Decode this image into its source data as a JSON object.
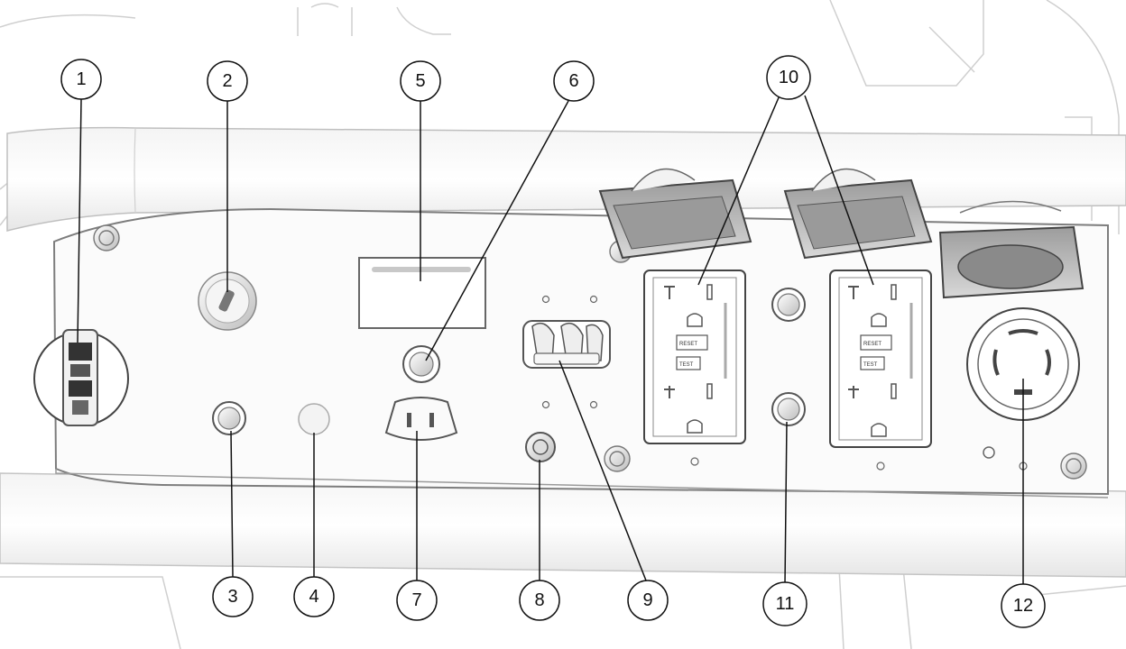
{
  "figure": {
    "type": "generator control panel diagram",
    "callouts": [
      {
        "label": "1"
      },
      {
        "label": "2"
      },
      {
        "label": "3"
      },
      {
        "label": "4"
      },
      {
        "label": "5"
      },
      {
        "label": "6"
      },
      {
        "label": "7"
      },
      {
        "label": "8"
      },
      {
        "label": "9"
      },
      {
        "label": "10"
      },
      {
        "label": "11"
      },
      {
        "label": "12"
      }
    ],
    "outlet_text": {
      "reset": "RESET",
      "test": "TEST"
    }
  }
}
